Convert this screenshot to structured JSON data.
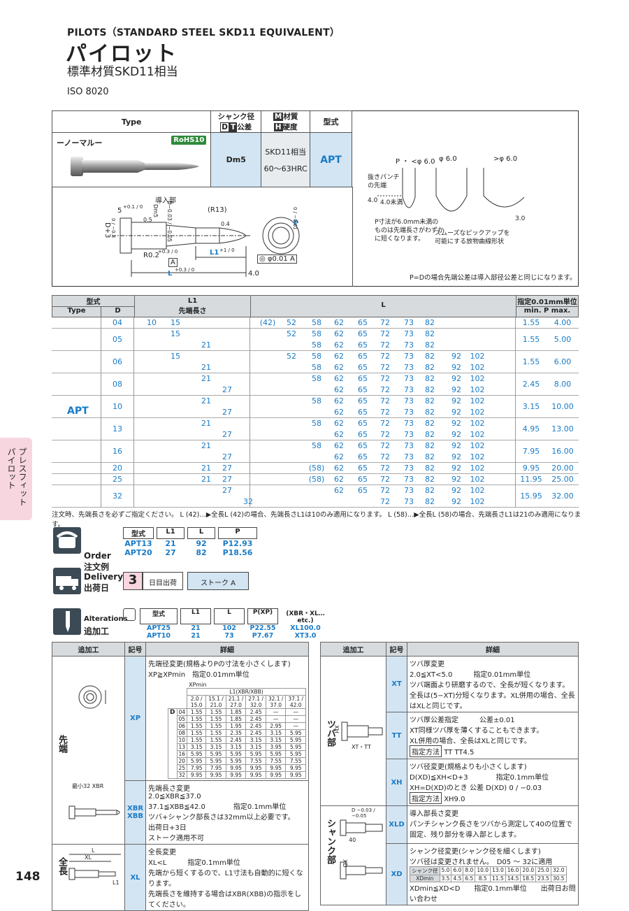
{
  "header": {
    "title_en": "PILOTS（STANDARD STEEL SKD11 EQUIVALENT）",
    "title_jp": "パイロット",
    "subtitle_jp": "標準材質SKD11相当",
    "iso": "ISO 8020"
  },
  "spec_table": {
    "col_type": "Type",
    "col_shank": "シャンク径",
    "col_shank_sub": "D",
    "col_shank_sub2": "T",
    "col_shank_sub3": "公差",
    "col_material_m": "M",
    "col_material": "材質",
    "col_material_h": "H",
    "col_hardness": "硬度",
    "col_model": "型式",
    "shape_label": "ーノーマルー",
    "rohs": "RoHS10",
    "shank_tol": "Dm5",
    "material": "SKD11相当",
    "hardness": "60～63HRC",
    "model": "APT"
  },
  "diagram": {
    "lbl_guide": "導入部",
    "lbl_r13": "(R13)",
    "lbl_dm5": "Dm5",
    "lbl_d003": "D−0.03 / −0.05",
    "lbl_5": "5",
    "lbl_5_tol": "+0.1 / 0",
    "lbl_dplus3": "D+3",
    "lbl_dplus3_tol": "0 / −0.3",
    "lbl_r02": "R0.2",
    "lbl_r02_tol": "+0.3 / 0",
    "lbl_a": "A",
    "lbl_l1": "L1",
    "lbl_l1_tol": "+1 / 0",
    "lbl_l": "L",
    "lbl_l_tol": "+0.3 / 0",
    "lbl_40": "4.0",
    "lbl_p": "P",
    "lbl_p_tol": "0 / −0.01",
    "lbl_concentric": "◎ φ0.01 A",
    "lbl_05": "0.5",
    "lbl_04": "0.4",
    "lbl_p_lt6": "P ・ <φ 6.0",
    "lbl_p_eq6": "φ 6.0",
    "lbl_p_gt6": ">φ 6.0",
    "lbl_punch_tip": "抜きパンチ",
    "lbl_punch_tip2": "の先端",
    "lbl_40b": "4.0",
    "lbl_40_note": "4.0未満",
    "lbl_30": "3.0",
    "lbl_note_p1": "P寸法が6.0mm未満の",
    "lbl_note_p2": "ものは先端長さがわずか",
    "lbl_note_p3": "に短くなります。",
    "lbl_note_s1": "スムーズなピックアップを",
    "lbl_note_s2": "可能にする放物曲線形状",
    "lbl_note_pd": "P=Dの場合先端公差は導入部径公差と同じになります。"
  },
  "main_table": {
    "h_model": "型式",
    "h_type": "Type",
    "h_d": "D",
    "h_l1": "L1",
    "h_l1_sub": "先端長さ",
    "h_l": "L",
    "h_unit": "指定0.01mm単位",
    "h_minmax": "min. P max.",
    "model": "APT",
    "groups": [
      {
        "d": "04",
        "rows": [
          {
            "l1": [
              "10",
              "15"
            ],
            "l": [
              "(42)",
              "52",
              "58",
              "62",
              "65",
              "72",
              "73",
              "82"
            ]
          }
        ],
        "pmin": "1.55",
        "pmax": "4.00"
      },
      {
        "d": "05",
        "rows": [
          {
            "l1": [
              "15"
            ],
            "l": [
              "52",
              "58",
              "62",
              "65",
              "72",
              "73",
              "82"
            ]
          },
          {
            "l1": [
              "21"
            ],
            "l": [
              "58",
              "62",
              "65",
              "72",
              "73",
              "82"
            ]
          }
        ],
        "pmin": "1.55",
        "pmax": "5.00"
      },
      {
        "d": "06",
        "rows": [
          {
            "l1": [
              "15"
            ],
            "l": [
              "52",
              "58",
              "62",
              "65",
              "72",
              "73",
              "82",
              "92",
              "102"
            ]
          },
          {
            "l1": [
              "21"
            ],
            "l": [
              "58",
              "62",
              "65",
              "72",
              "73",
              "82",
              "92",
              "102"
            ]
          }
        ],
        "pmin": "1.55",
        "pmax": "6.00"
      },
      {
        "d": "08",
        "rows": [
          {
            "l1": [
              "21"
            ],
            "l": [
              "58",
              "62",
              "65",
              "72",
              "73",
              "82",
              "92",
              "102"
            ]
          },
          {
            "l1": [
              "27"
            ],
            "l": [
              "62",
              "65",
              "72",
              "73",
              "82",
              "92",
              "102"
            ]
          }
        ],
        "pmin": "2.45",
        "pmax": "8.00"
      },
      {
        "d": "10",
        "rows": [
          {
            "l1": [
              "21"
            ],
            "l": [
              "58",
              "62",
              "65",
              "72",
              "73",
              "82",
              "92",
              "102"
            ]
          },
          {
            "l1": [
              "27"
            ],
            "l": [
              "62",
              "65",
              "72",
              "73",
              "82",
              "92",
              "102"
            ]
          }
        ],
        "pmin": "3.15",
        "pmax": "10.00"
      },
      {
        "d": "13",
        "rows": [
          {
            "l1": [
              "21"
            ],
            "l": [
              "58",
              "62",
              "65",
              "72",
              "73",
              "82",
              "92",
              "102"
            ]
          },
          {
            "l1": [
              "27"
            ],
            "l": [
              "62",
              "65",
              "72",
              "73",
              "82",
              "92",
              "102"
            ]
          }
        ],
        "pmin": "4.95",
        "pmax": "13.00"
      },
      {
        "d": "16",
        "rows": [
          {
            "l1": [
              "21"
            ],
            "l": [
              "58",
              "62",
              "65",
              "72",
              "73",
              "82",
              "92",
              "102"
            ]
          },
          {
            "l1": [
              "27"
            ],
            "l": [
              "62",
              "65",
              "72",
              "73",
              "82",
              "92",
              "102"
            ]
          }
        ],
        "pmin": "7.95",
        "pmax": "16.00"
      },
      {
        "d": "20",
        "rows": [
          {
            "l1": [
              "21",
              "27"
            ],
            "l": [
              "(58)",
              "62",
              "65",
              "72",
              "73",
              "82",
              "92",
              "102"
            ]
          }
        ],
        "pmin": "9.95",
        "pmax": "20.00"
      },
      {
        "d": "25",
        "rows": [
          {
            "l1": [
              "21",
              "27"
            ],
            "l": [
              "(58)",
              "62",
              "65",
              "72",
              "73",
              "82",
              "92",
              "102"
            ]
          }
        ],
        "pmin": "11.95",
        "pmax": "25.00"
      },
      {
        "d": "32",
        "rows": [
          {
            "l1": [
              "27"
            ],
            "l": [
              "62",
              "65",
              "72",
              "73",
              "82",
              "92",
              "102"
            ]
          },
          {
            "l1": [
              "32"
            ],
            "l": [
              "72",
              "73",
              "82",
              "92",
              "102"
            ]
          }
        ],
        "pmin": "15.95",
        "pmax": "32.00"
      }
    ],
    "notes": "注文時、先端長さを必ずご指定ください。 L (42)…▶全長L (42)の場合、先端長さL1は10のみ適用になります。 L (58)…▶全長L (58)の場合、先端長さL1は21のみ適用になります。"
  },
  "side_tab": {
    "line1": "プレスフィット",
    "line2": "パイロット"
  },
  "order": {
    "label_en": "Order",
    "label_jp": "注文例",
    "cols": [
      "型式",
      "L1",
      "L",
      "P"
    ],
    "rows": [
      [
        "APT13",
        "21",
        "92",
        "P12.93"
      ],
      [
        "APT20",
        "27",
        "82",
        "P18.56"
      ]
    ]
  },
  "delivery": {
    "label_en": "Delivery",
    "label_jp": "出荷日",
    "days": "3",
    "days_label": "日目出荷",
    "stroke": "ストーク A"
  },
  "alterations": {
    "label_en": "Alterations",
    "label_jp": "追加工",
    "cols": [
      "型式",
      "L1",
      "L",
      "P(XP)",
      "(XBR・XL…etc.)"
    ],
    "rows": [
      [
        "APT25",
        "21",
        "102",
        "P22.55",
        "XL100.0"
      ],
      [
        "APT10",
        "21",
        "73",
        "P7.67",
        "XT3.0"
      ]
    ]
  },
  "alt_left": {
    "h_process": "追加工",
    "h_code": "記号",
    "h_detail": "詳細",
    "tip_label": "先端",
    "total_label": "全長",
    "xp_code": "XP",
    "xp_title": "先端径変更(規格よりPの寸法を小さくします)",
    "xp_cond": "XP≧XPmin　指定0.01mm単位",
    "xp_table_title": "XPmin",
    "xp_table_sub": "L1(XBR/XBB)",
    "xp_ranges_top": [
      "2.0",
      "15.1",
      "21.1",
      "27.1",
      "32.1",
      "37.1"
    ],
    "xp_ranges_bot": [
      "15.0",
      "21.0",
      "27.0",
      "32.0",
      "37.0",
      "42.0"
    ],
    "xp_d_label": "D",
    "xp_rows": [
      [
        "04",
        "1.55",
        "1.55",
        "1.85",
        "2.45",
        "—",
        "—"
      ],
      [
        "05",
        "1.55",
        "1.55",
        "1.85",
        "2.45",
        "—",
        "—"
      ],
      [
        "06",
        "1.55",
        "1.55",
        "1.95",
        "2.45",
        "2.95",
        "—"
      ],
      [
        "08",
        "1.55",
        "1.55",
        "2.35",
        "2.45",
        "3.15",
        "5.95"
      ],
      [
        "10",
        "1.55",
        "1.55",
        "2.45",
        "3.15",
        "3.15",
        "5.95"
      ],
      [
        "13",
        "3.15",
        "3.15",
        "3.15",
        "3.15",
        "3.95",
        "5.95"
      ],
      [
        "16",
        "5.95",
        "5.95",
        "5.95",
        "5.95",
        "5.95",
        "5.95"
      ],
      [
        "20",
        "5.95",
        "5.95",
        "5.95",
        "7.55",
        "7.55",
        "7.55"
      ],
      [
        "25",
        "7.95",
        "7.95",
        "9.95",
        "9.95",
        "9.95",
        "9.95"
      ],
      [
        "32",
        "9.95",
        "9.95",
        "9.95",
        "9.95",
        "9.95",
        "9.95"
      ]
    ],
    "xbr_code": "XBR",
    "xbb_code": "XBB",
    "xbr_title": "先端長さ変更",
    "xbr_l1": "2.0≦XBR≦37.0",
    "xbr_l2": "37.1≦XBB≦42.0　　　　指定0.1mm単位",
    "xbr_l3": "ツバ+シャンク部長さは32mm以上必要です。",
    "xbr_l4": "出荷日+3日",
    "xbr_l5": "ストーク適用不可",
    "xbr_fig": "最小32  XBR",
    "xl_code": "XL",
    "xl_title": "全長変更",
    "xl_l1": "XL<L　　　指定0.1mm単位",
    "xl_l2": "先端から短くするので、L1寸法も自動的に短くなります。",
    "xl_l3": "先端長さを維持する場合はXBR(XBB)の指示をしてください。",
    "xl_fig_l": "L",
    "xl_fig_xl": "XL",
    "xl_fig_l1": "L1"
  },
  "alt_right": {
    "h_process": "追加工",
    "h_code": "記号",
    "h_detail": "詳細",
    "collar_label": "ツバ部",
    "shank_label": "シャンク部",
    "xt_code": "XT",
    "xt_title": "ツバ厚変更",
    "xt_l1": "2.0≦XT<5.0　　　指定0.01mm単位",
    "xt_l2": "ツバ端面より研磨するので、全長が短くなります。",
    "xt_l3": "全長は(5−XT)分短くなります。XL併用の場合、全長はXLと同じです。",
    "tt_code": "TT",
    "tt_title": "ツバ厚公差指定　　　公差±0.01",
    "tt_l1": "XT同様ツバ厚を薄くすることもできます。",
    "tt_l2": "XL併用の場合、全長はXLと同じです。",
    "tt_spec": "指定方法",
    "tt_spec1": "TT",
    "tt_spec2": "TT4.5",
    "xh_code": "XH",
    "xh_title": "ツバ径変更(規格よりも小さくします)",
    "xh_l1": "D(XD)≦XH<D+3　　　　指定0.1mm単位",
    "xh_l2": "XH=D(XD)のとき 公差 D(XD) 0 / −0.03",
    "xh_spec": "指定方法",
    "xh_spec1": "XH9.0",
    "xh_fig": "XT・TT",
    "xh_fig2": "XH",
    "xld_code": "XLD",
    "xld_title": "導入部長さ変更",
    "xld_l1": "パンチシャンク長さをツバから測定して40の位置で固定、残り部分を導入部とします。",
    "xld_fig": "D −0.03 / −0.05",
    "xld_fig2": "40",
    "xd_code": "XD",
    "xd_title": "シャンク径変更(シャンク径を細くします)",
    "xd_l1": "ツバ径は変更されません。　D05 ～ 32に適用",
    "xd_row1_label": "シャンク径",
    "xd_row1": [
      "5.0",
      "6.0",
      "8.0",
      "10.0",
      "13.0",
      "16.0",
      "20.0",
      "25.0",
      "32.0"
    ],
    "xd_row2_label": "XDmin",
    "xd_row2": [
      "3.5",
      "4.5",
      "6.5",
      "8.5",
      "11.5",
      "14.5",
      "18.5",
      "23.5",
      "30.5"
    ],
    "xd_l2": "XDmin≦XD<D　　指定0.1mm単位　　出荷日お問い合わせ",
    "xd_fig": "XD"
  },
  "page_number": "148"
}
